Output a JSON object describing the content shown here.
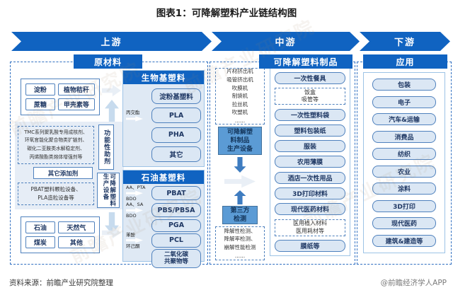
{
  "title": "图表1：可降解塑料产业链结构图",
  "banner": {
    "upstream": "上游",
    "midstream": "中游",
    "downstream": "下游"
  },
  "colors": {
    "primary_blue": "#1063c1",
    "medium_blue": "#5b9bd5",
    "arrow_blue": "#3e7cc0",
    "pill_fill": "#dbe7f4",
    "pill_border": "#4f81bd",
    "panel_bg": "#e6edf6",
    "dash_border": "#2f6fc1"
  },
  "upstream": {
    "header": "原材料",
    "bio_feedstocks": [
      "淀粉",
      "植物秸秆",
      "蔗糖",
      "甲壳素等"
    ],
    "additives": {
      "tmc_text": "TMC系列聚乳酸专用成核剂、\n环氧官能化聚合物类扩链剂、\n碳化二亚胺类水解稳定剂、\n丙烯酸酯类熔体增强剂等",
      "functional_label": "功能性助剂",
      "other_additives": "其它添加剂",
      "equipment_text": "PBAT塑料颗粒设备、\nPLA造粒设备等",
      "equipment_label": "可降解塑料\n生产设备"
    },
    "fossil_feedstocks": [
      "石油",
      "天然气",
      "煤炭",
      "其他"
    ],
    "bio_plastics": {
      "header": "生物基塑料",
      "boxes": [
        "淀粉基塑料",
        "PLA",
        "PHA",
        "其它"
      ],
      "pla_precursor": "丙交酯"
    },
    "petro_plastics": {
      "header": "石油基塑料",
      "boxes": [
        "PBAT",
        "PBS/PBSA",
        "PGA",
        "PCL",
        "二氧化碳\n共聚物等"
      ],
      "labels": [
        {
          "top": "AA、PTA",
          "bottom": "BDO"
        },
        {
          "top": "AA、SA",
          "bottom": "BDO"
        },
        {
          "top": "苯酚",
          "bottom": "环己酮"
        }
      ]
    }
  },
  "midstream": {
    "header": "可降解塑料制品",
    "equipment_list": "片材挤出机\n吸管挤出机\n吹膜机\n制袋机\n拉丝机\n吹塑机\n......",
    "production_equipment": "可降解塑\n料制品\n生产设备",
    "third_party": "第三方\n检测",
    "testing_list": "降解性检测、\n降解率检测、\n崩解性能检测\n......",
    "products": [
      {
        "label": "一次性餐具",
        "type": "box"
      },
      {
        "label": "饭盒\n吸管等",
        "type": "sub"
      },
      {
        "label": "一次性塑料袋",
        "type": "box"
      },
      {
        "label": "塑料包装纸",
        "type": "box"
      },
      {
        "label": "服装",
        "type": "box"
      },
      {
        "label": "农用薄膜",
        "type": "box"
      },
      {
        "label": "酒店一次性用品",
        "type": "box"
      },
      {
        "label": "3D打印材料",
        "type": "box"
      },
      {
        "label": "现代医药材料",
        "type": "box"
      },
      {
        "label": "医用植入材料\n医用耗材等",
        "type": "sub"
      },
      {
        "label": "膜纸等",
        "type": "box"
      }
    ]
  },
  "downstream": {
    "header": "应用",
    "applications": [
      "包装",
      "电子",
      "汽车&运输",
      "消费品",
      "纺织",
      "农业",
      "涂料",
      "3D打印",
      "现代医药",
      "建筑&建造等"
    ]
  },
  "footer": {
    "source": "资料来源：前瞻产业研究院整理",
    "credit": "@前瞻经济学人APP"
  },
  "watermark": "前瞻产业研究院"
}
